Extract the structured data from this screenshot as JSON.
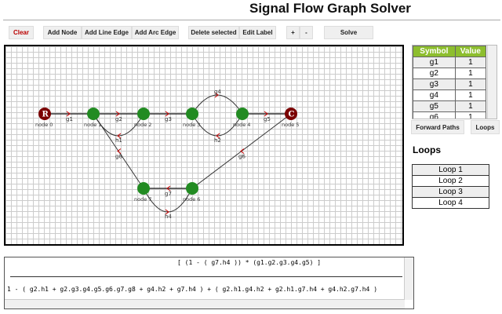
{
  "title": "Signal Flow Graph Solver",
  "toolbar": {
    "clear": "Clear",
    "add_node": "Add Node",
    "add_line_edge": "Add Line Edge",
    "add_arc_edge": "Add Arc Edge",
    "delete_selected": "Delete selected",
    "edit_label": "Edit Label",
    "zoom_in": "+",
    "zoom_out": "-",
    "solve": "Solve"
  },
  "graph": {
    "nodes": [
      {
        "id": "node 0",
        "letter": "R",
        "type": "source"
      },
      {
        "id": "node 1",
        "type": "mid"
      },
      {
        "id": "node 2",
        "type": "mid"
      },
      {
        "id": "node 3",
        "type": "mid"
      },
      {
        "id": "node 4",
        "type": "mid"
      },
      {
        "id": "node 5",
        "letter": "C",
        "type": "sink"
      },
      {
        "id": "node 6",
        "type": "mid"
      },
      {
        "id": "node 7",
        "type": "mid"
      }
    ],
    "edges": [
      {
        "label": "g1",
        "from": "node 0",
        "to": "node 1",
        "kind": "line"
      },
      {
        "label": "g2",
        "from": "node 1",
        "to": "node 2",
        "kind": "line"
      },
      {
        "label": "h1",
        "from": "node 2",
        "to": "node 1",
        "kind": "arc"
      },
      {
        "label": "g3",
        "from": "node 2",
        "to": "node 3",
        "kind": "line"
      },
      {
        "label": "g4",
        "from": "node 3",
        "to": "node 4",
        "kind": "arc"
      },
      {
        "label": "h2",
        "from": "node 4",
        "to": "node 3",
        "kind": "arc"
      },
      {
        "label": "g5",
        "from": "node 4",
        "to": "node 5",
        "kind": "line"
      },
      {
        "label": "g6",
        "from": "node 5",
        "to": "node 6",
        "kind": "line"
      },
      {
        "label": "g7",
        "from": "node 6",
        "to": "node 7",
        "kind": "line"
      },
      {
        "label": "h4",
        "from": "node 7",
        "to": "node 6",
        "kind": "arc"
      },
      {
        "label": "g8",
        "from": "node 7",
        "to": "node 1",
        "kind": "line"
      }
    ],
    "colors": {
      "source": "#7a0000",
      "mid": "#228b22",
      "edge": "#333333",
      "arrow": "#cc0000"
    }
  },
  "symbols": {
    "headers": [
      "Symbol",
      "Value"
    ],
    "rows": [
      [
        "g1",
        "1"
      ],
      [
        "g2",
        "1"
      ],
      [
        "g3",
        "1"
      ],
      [
        "g4",
        "1"
      ],
      [
        "g5",
        "1"
      ],
      [
        "g6",
        "1"
      ]
    ]
  },
  "side_buttons": {
    "forward_paths": "Forward Paths",
    "loops": "Loops"
  },
  "loops": {
    "heading": "Loops",
    "items": [
      "Loop 1",
      "Loop 2",
      "Loop 3",
      "Loop 4"
    ]
  },
  "result": {
    "numerator": "[ (1 - ( g7.h4 )) * (g1.g2.g3.g4.g5) ]",
    "denominator": "1 - ( g2.h1 + g2.g3.g4.g5.g6.g7.g8 + g4.h2 + g7.h4 ) + ( g2.h1.g4.h2 + g2.h1.g7.h4 + g4.h2.g7.h4 )"
  }
}
